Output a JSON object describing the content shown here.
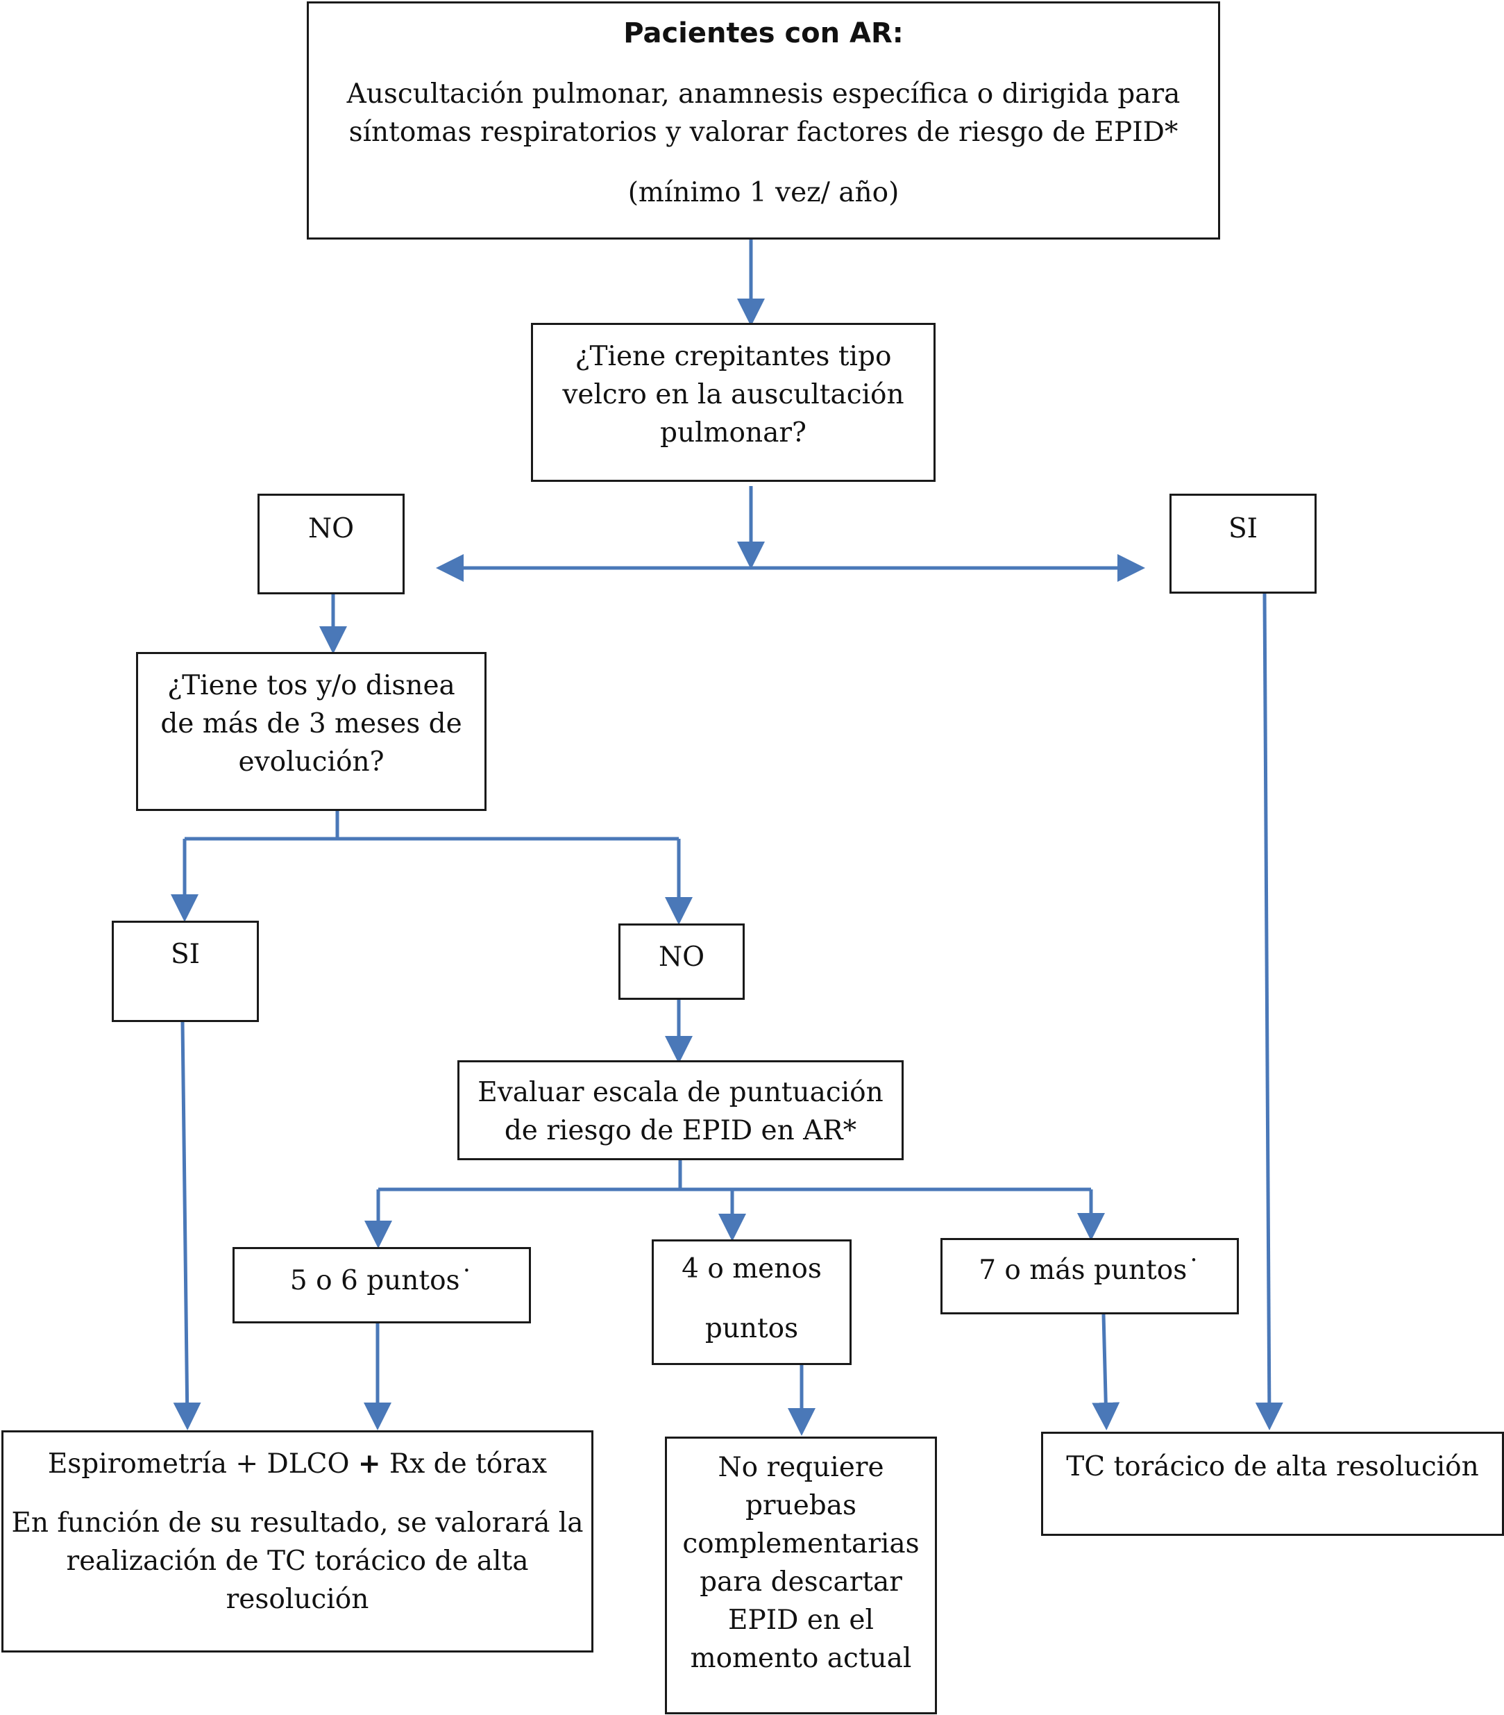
{
  "flowchart": {
    "start": {
      "title": "Pacientes con AR:",
      "line1": "Auscultación pulmonar, anamnesis específica o dirigida para",
      "line2": "síntomas respiratorios y valorar factores de riesgo de EPID*",
      "line3": "(mínimo 1 vez/ año)"
    },
    "q1": {
      "line1": "¿Tiene crepitantes tipo",
      "line2": "velcro en la auscultación",
      "line3": "pulmonar?"
    },
    "q1_no": "NO",
    "q1_si": "SI",
    "q2": {
      "line1": "¿Tiene tos y/o disnea",
      "line2": "de más de 3 meses de",
      "line3": "evolución?"
    },
    "q2_si": "SI",
    "q2_no": "NO",
    "evaluate": {
      "line1": "Evaluar escala de puntuación",
      "line2": "de riesgo de EPID en AR*"
    },
    "score_5_6": "5 o 6 puntos˙",
    "score_4_less": {
      "line1": "4 o menos",
      "line2": "puntos"
    },
    "score_7_plus": "7 o más puntos˙",
    "out_spiro": {
      "line1_a": "Espirometría + DLCO ",
      "line1_plus": "+",
      "line1_b": " Rx de tórax",
      "line2": "En función de su resultado, se valorará la",
      "line3": "realización de TC torácico de alta",
      "line4": "resolución"
    },
    "out_none": {
      "line1": "No requiere",
      "line2": "pruebas",
      "line3": "complementarias",
      "line4": "para descartar",
      "line5": "EPID en el",
      "line6": "momento actual"
    },
    "out_tc": "TC torácico de alta resolución"
  },
  "colors": {
    "arrow": "#4a78b8",
    "border": "#1a1a1a"
  }
}
